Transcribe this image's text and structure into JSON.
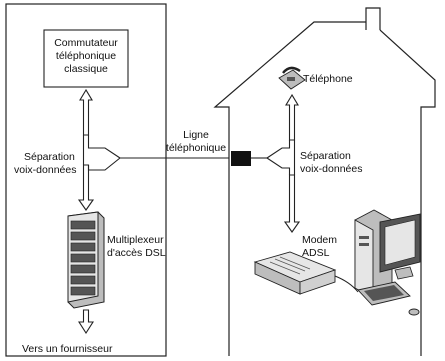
{
  "central_office": {
    "switch_label": [
      "Commutateur",
      "téléphonique",
      "classique"
    ],
    "splitter_label": [
      "Séparation",
      "voix-données"
    ],
    "dslam_label": [
      "Multiplexeur",
      "d'accès DSL"
    ],
    "isp_label": "Vers un fournisseur"
  },
  "line": {
    "label": [
      "Ligne",
      "téléphonique"
    ]
  },
  "house": {
    "phone_label": "Téléphone",
    "splitter_label": [
      "Séparation",
      "voix-données"
    ],
    "modem_label": [
      "Modem",
      "ADSL"
    ]
  },
  "colors": {
    "stroke": "#222222",
    "block": "#111111",
    "device_light": "#e6e6e6",
    "device_mid": "#bdbdbd",
    "device_dark": "#555555"
  }
}
